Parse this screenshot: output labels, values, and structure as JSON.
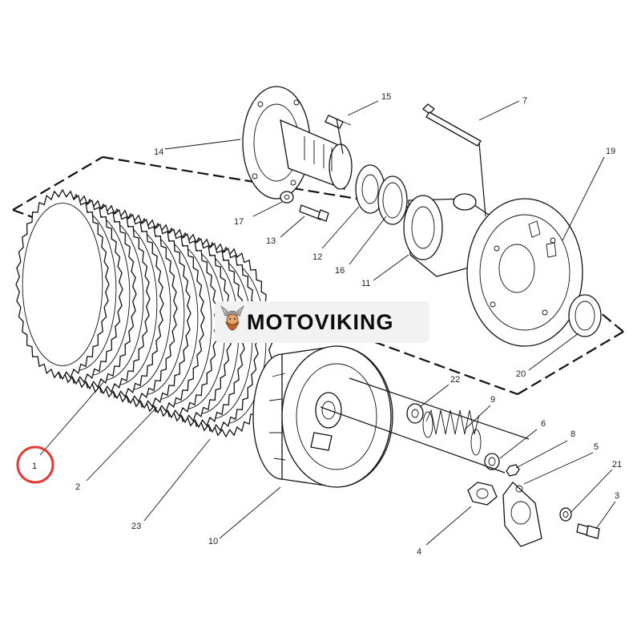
{
  "diagram": {
    "callouts": {
      "p1": "1",
      "p2": "2",
      "p3": "3",
      "p4": "4",
      "p5": "5",
      "p6": "6",
      "p7": "7",
      "p8": "8",
      "p9": "9",
      "p10": "10",
      "p11": "11",
      "p12": "12",
      "p13": "13",
      "p14": "14",
      "p15": "15",
      "p16": "16",
      "p17": "17",
      "p19": "19",
      "p20": "20",
      "p21": "21",
      "p22": "22",
      "p23": "23"
    },
    "highlight": {
      "part": "1",
      "color": "#e53935"
    }
  },
  "watermark": {
    "text": "MOTOVIKING",
    "icon": "viking-logo-icon"
  }
}
